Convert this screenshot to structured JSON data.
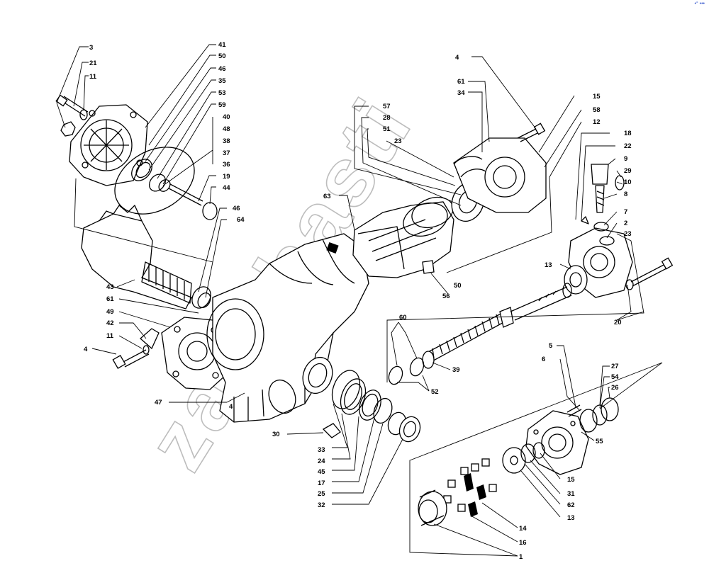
{
  "watermark": "zapchasti",
  "corner_mark": "•° •••",
  "callouts": [
    {
      "id": "c3",
      "label": "3"
    },
    {
      "id": "c21",
      "label": "21"
    },
    {
      "id": "c11a",
      "label": "11"
    },
    {
      "id": "c41",
      "label": "41"
    },
    {
      "id": "c50a",
      "label": "50"
    },
    {
      "id": "c46a",
      "label": "46"
    },
    {
      "id": "c35",
      "label": "35"
    },
    {
      "id": "c53",
      "label": "53"
    },
    {
      "id": "c59",
      "label": "59"
    },
    {
      "id": "c40",
      "label": "40"
    },
    {
      "id": "c48",
      "label": "48"
    },
    {
      "id": "c38",
      "label": "38"
    },
    {
      "id": "c37",
      "label": "37"
    },
    {
      "id": "c36",
      "label": "36"
    },
    {
      "id": "c19",
      "label": "19"
    },
    {
      "id": "c44",
      "label": "44"
    },
    {
      "id": "c46b",
      "label": "46"
    },
    {
      "id": "c64",
      "label": "64"
    },
    {
      "id": "c43",
      "label": "43"
    },
    {
      "id": "c61a",
      "label": "61"
    },
    {
      "id": "c49",
      "label": "49"
    },
    {
      "id": "c42",
      "label": "42"
    },
    {
      "id": "c11b",
      "label": "11"
    },
    {
      "id": "c4a",
      "label": "4"
    },
    {
      "id": "c47",
      "label": "47"
    },
    {
      "id": "c4b",
      "label": "4"
    },
    {
      "id": "c30",
      "label": "30"
    },
    {
      "id": "c33",
      "label": "33"
    },
    {
      "id": "c24",
      "label": "24"
    },
    {
      "id": "c45",
      "label": "45"
    },
    {
      "id": "c17",
      "label": "17"
    },
    {
      "id": "c25",
      "label": "25"
    },
    {
      "id": "c32",
      "label": "32"
    },
    {
      "id": "c57",
      "label": "57"
    },
    {
      "id": "c28",
      "label": "28"
    },
    {
      "id": "c51",
      "label": "51"
    },
    {
      "id": "c23a",
      "label": "23"
    },
    {
      "id": "c63",
      "label": "63"
    },
    {
      "id": "c4c",
      "label": "4"
    },
    {
      "id": "c61b",
      "label": "61"
    },
    {
      "id": "c34",
      "label": "34"
    },
    {
      "id": "c15a",
      "label": "15"
    },
    {
      "id": "c58",
      "label": "58"
    },
    {
      "id": "c12",
      "label": "12"
    },
    {
      "id": "c18",
      "label": "18"
    },
    {
      "id": "c22",
      "label": "22"
    },
    {
      "id": "c9",
      "label": "9"
    },
    {
      "id": "c29",
      "label": "29"
    },
    {
      "id": "c10",
      "label": "10"
    },
    {
      "id": "c8",
      "label": "8"
    },
    {
      "id": "c7",
      "label": "7"
    },
    {
      "id": "c2",
      "label": "2"
    },
    {
      "id": "c23b",
      "label": "23"
    },
    {
      "id": "c13a",
      "label": "13"
    },
    {
      "id": "c56",
      "label": "56"
    },
    {
      "id": "c50b",
      "label": "50"
    },
    {
      "id": "c20",
      "label": "20"
    },
    {
      "id": "c60",
      "label": "60"
    },
    {
      "id": "c39",
      "label": "39"
    },
    {
      "id": "c52",
      "label": "52"
    },
    {
      "id": "c5",
      "label": "5"
    },
    {
      "id": "c6",
      "label": "6"
    },
    {
      "id": "c27",
      "label": "27"
    },
    {
      "id": "c54",
      "label": "54"
    },
    {
      "id": "c26",
      "label": "26"
    },
    {
      "id": "c55",
      "label": "55"
    },
    {
      "id": "c15b",
      "label": "15"
    },
    {
      "id": "c31",
      "label": "31"
    },
    {
      "id": "c62",
      "label": "62"
    },
    {
      "id": "c13b",
      "label": "13"
    },
    {
      "id": "c14",
      "label": "14"
    },
    {
      "id": "c16",
      "label": "16"
    },
    {
      "id": "c1",
      "label": "1"
    }
  ]
}
